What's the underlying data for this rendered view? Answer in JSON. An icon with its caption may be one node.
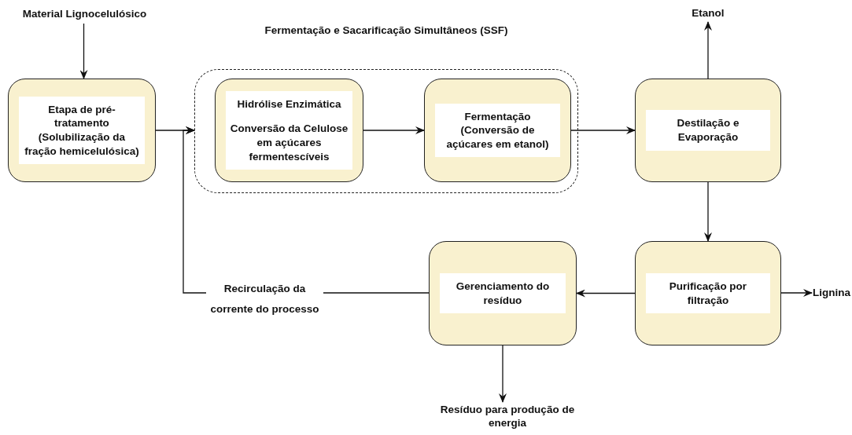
{
  "diagram": {
    "nodes": [
      {
        "text": [
          "Material Lignocelulósico"
        ]
      },
      {
        "text": [
          "Etapa de pré-tratamento (Solubilização da fração hemicelulósica)"
        ]
      },
      {
        "text": [
          "Fermentação e Sacarificação Simultâneos (SSF)"
        ]
      },
      {
        "text": [
          "Hidrólise Enzimática",
          "Conversão da Celulose em açúcares fermentescíveis"
        ],
        "in": 2
      },
      {
        "text": [
          "Fermentação (Conversão de açúcares em etanol)"
        ],
        "in": 2
      },
      {
        "text": [
          "Destilação e Evaporação"
        ]
      },
      {
        "text": [
          "Etanol"
        ]
      },
      {
        "text": [
          "Purificação por filtração"
        ]
      },
      {
        "text": [
          "Lignina"
        ]
      },
      {
        "text": [
          "Gerenciamento do resíduo"
        ]
      },
      {
        "text": [
          "Resíduo para produção de energia"
        ]
      }
    ],
    "edges": [
      {
        "from": 0,
        "to": 1,
        "arrow": "to"
      },
      {
        "from": 1,
        "to": 2,
        "arrow": "to"
      },
      {
        "from": 3,
        "to": 4,
        "arrow": "to"
      },
      {
        "from": 4,
        "to": 5,
        "arrow": "to"
      },
      {
        "from": 5,
        "to": 6,
        "arrow": "to"
      },
      {
        "from": 5,
        "to": 7,
        "arrow": "to"
      },
      {
        "from": 7,
        "to": 9,
        "arrow": "to"
      },
      {
        "from": 7,
        "to": 8,
        "arrow": "to"
      },
      {
        "from": 9,
        "to": 10,
        "arrow": "to"
      },
      {
        "from": 9,
        "to": 2,
        "arrow": "to",
        "label": "Recirculação da corrente do processo"
      }
    ]
  }
}
